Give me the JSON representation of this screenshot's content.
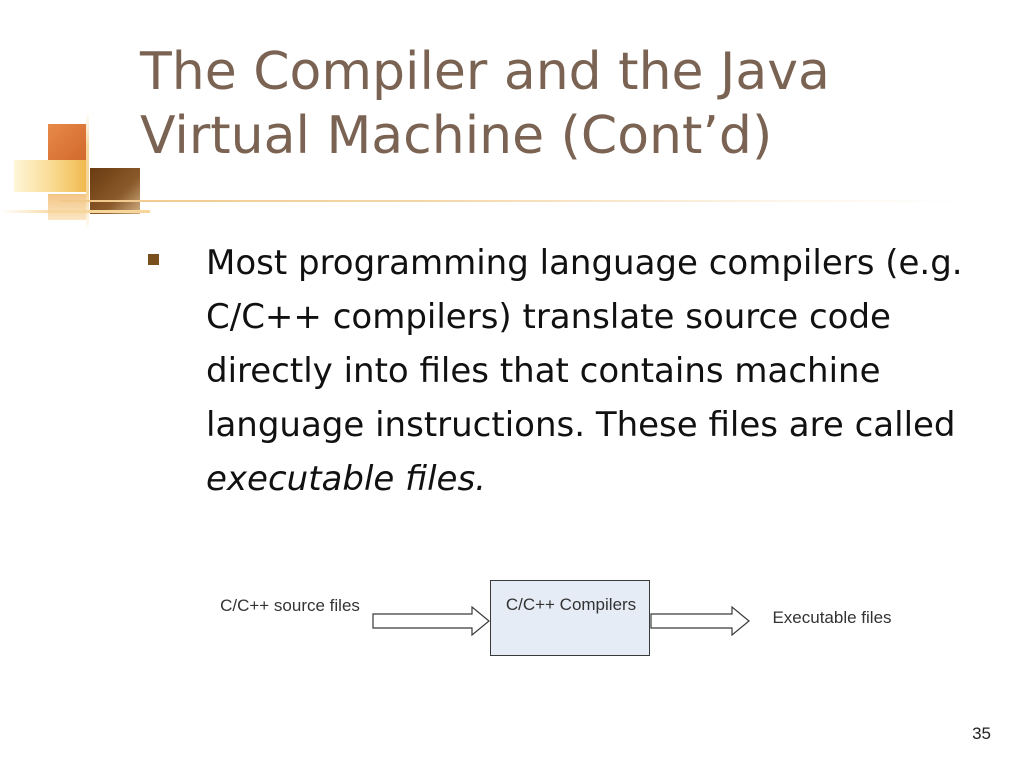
{
  "slide": {
    "title": "The Compiler and the Java Virtual Machine (Cont’d)",
    "bullet": {
      "text": "Most programming language compilers (e.g. C/C++ compilers) translate source code directly into files that contains machine language instructions. These files are called ",
      "emphasis": "executable files."
    },
    "diagram": {
      "source_label": "C/C++ source files",
      "box_label": "C/C++ Compilers",
      "output_label": "Executable files"
    },
    "page_number": "35"
  },
  "colors": {
    "title": "#7b6353",
    "bullet_marker": "#7a4f1e",
    "box_fill": "#e6ecf6",
    "accent_orange": "#d0682a"
  }
}
